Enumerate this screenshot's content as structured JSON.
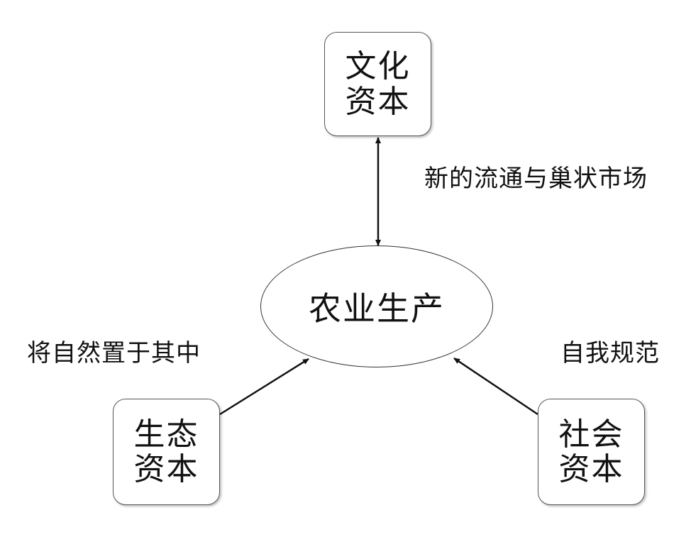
{
  "center": {
    "label": "农业生产"
  },
  "nodes": {
    "cultural": {
      "line1": "文化",
      "line2": "资本"
    },
    "ecological": {
      "line1": "生态",
      "line2": "资本"
    },
    "social": {
      "line1": "社会",
      "line2": "资本"
    }
  },
  "edges": {
    "cultural": {
      "label": "新的流通与巢状市场"
    },
    "ecological": {
      "label": "将自然置于其中"
    },
    "social": {
      "label": "自我规范"
    }
  }
}
